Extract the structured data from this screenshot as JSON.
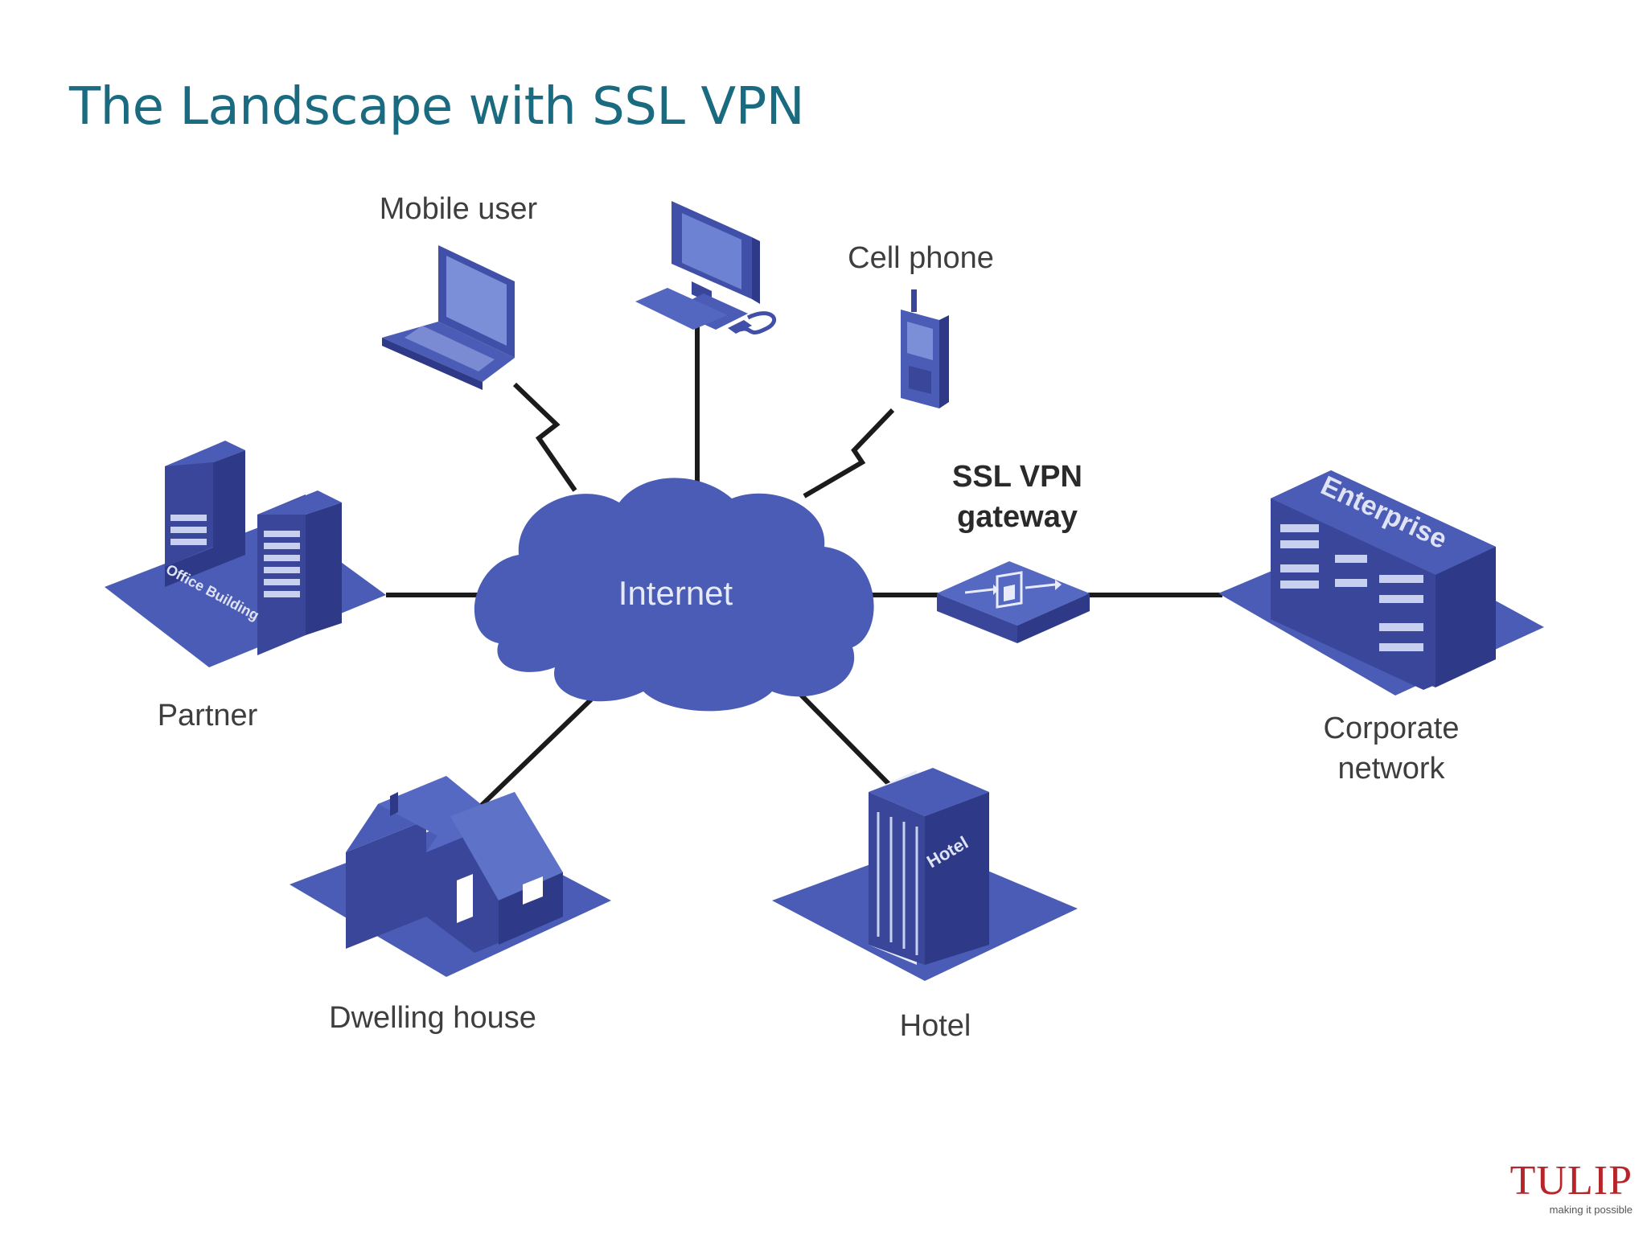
{
  "title": "The Landscape with SSL VPN",
  "nodes": {
    "internet": "Internet",
    "mobile_user": "Mobile user",
    "cell_phone": "Cell phone",
    "gateway_line1": "SSL VPN",
    "gateway_line2": "gateway",
    "partner": "Partner",
    "partner_sign": "Office Building",
    "corporate_line1": "Corporate",
    "corporate_line2": "network",
    "enterprise_sign": "Enterprise",
    "dwelling": "Dwelling house",
    "hotel": "Hotel",
    "hotel_sign": "Hotel"
  },
  "logo": {
    "name": "TULIP",
    "tagline": "making it possible"
  },
  "colors": {
    "device_blue": "#4a5cb5",
    "dark_blue": "#33409a",
    "title": "#1a6a80",
    "logo": "#b5252a"
  }
}
